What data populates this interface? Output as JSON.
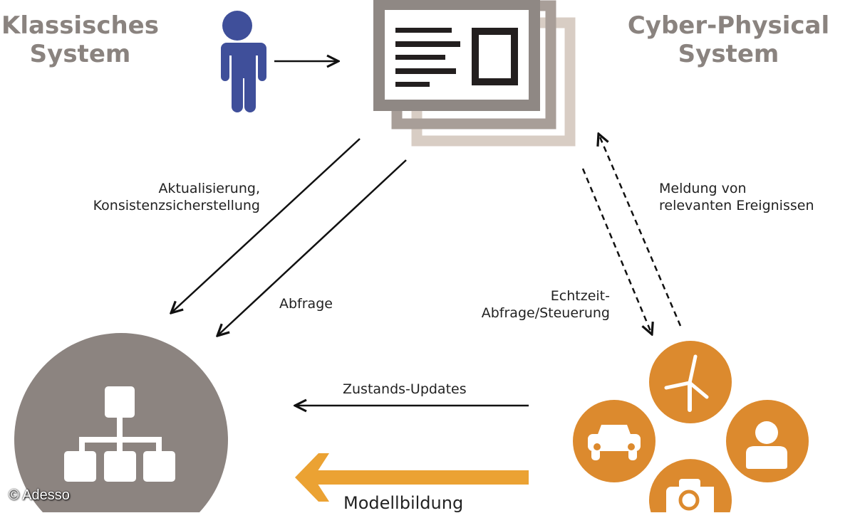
{
  "headings": {
    "classic": [
      "Klassisches",
      "System"
    ],
    "cps": [
      "Cyber-Physical",
      "System"
    ]
  },
  "labels": {
    "update": [
      "Aktualisierung,",
      "Konsistenzsicherstellung"
    ],
    "query": "Abfrage",
    "events": [
      "Meldung von",
      "relevanten Ereignissen"
    ],
    "realtime": [
      "Echtzeit-",
      "Abfrage/Steuerung"
    ],
    "state_updates": "Zustands-Updates",
    "modelling": "Modellbildung"
  },
  "copyright": "© Adesso",
  "icons": [
    "user-icon",
    "document-stack-icon",
    "hierarchy-icon",
    "wind-turbine-icon",
    "car-icon",
    "person-icon",
    "camera-icon"
  ],
  "colors": {
    "gray": "#8c8480",
    "orange": "#dc8a2e",
    "arrow_orange": "#eba233",
    "blue": "#3f4f9a"
  }
}
